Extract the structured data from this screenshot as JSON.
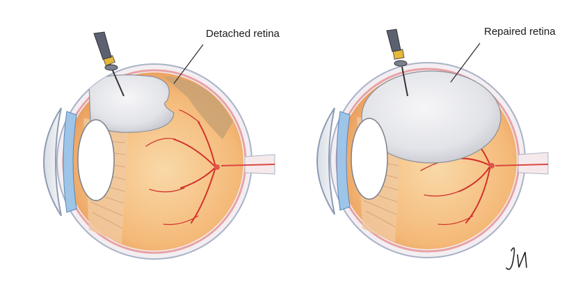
{
  "illustration": {
    "left_label": "Detached retina",
    "right_label": "Repaired retina",
    "signature": "JN"
  }
}
